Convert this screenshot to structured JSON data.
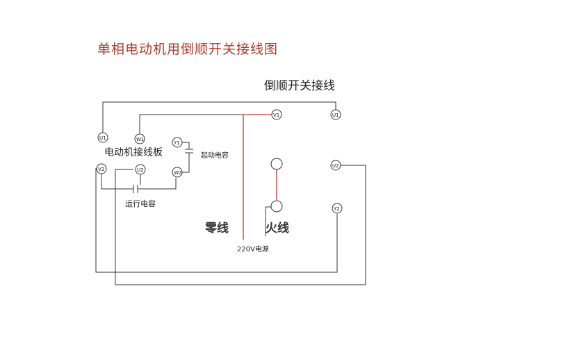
{
  "title": "单相电动机用倒顺开关接线图",
  "switch_title": "倒顺开关接线",
  "motor_board_label": "电动机接线板",
  "start_capacitor_label": "起动电容",
  "run_capacitor_label": "运行电容",
  "neutral_label": "零线",
  "live_label": "火线",
  "power_label": "220V电源",
  "colors": {
    "wire": "#333333",
    "hot_wire": "#c0392b",
    "title": "#b23a2a"
  },
  "motor_terminals": [
    "U1",
    "W1",
    "Y1",
    "V2",
    "U2",
    "W2"
  ],
  "switch_terminals": [
    "V1",
    "U1",
    "U2",
    "Y2"
  ]
}
